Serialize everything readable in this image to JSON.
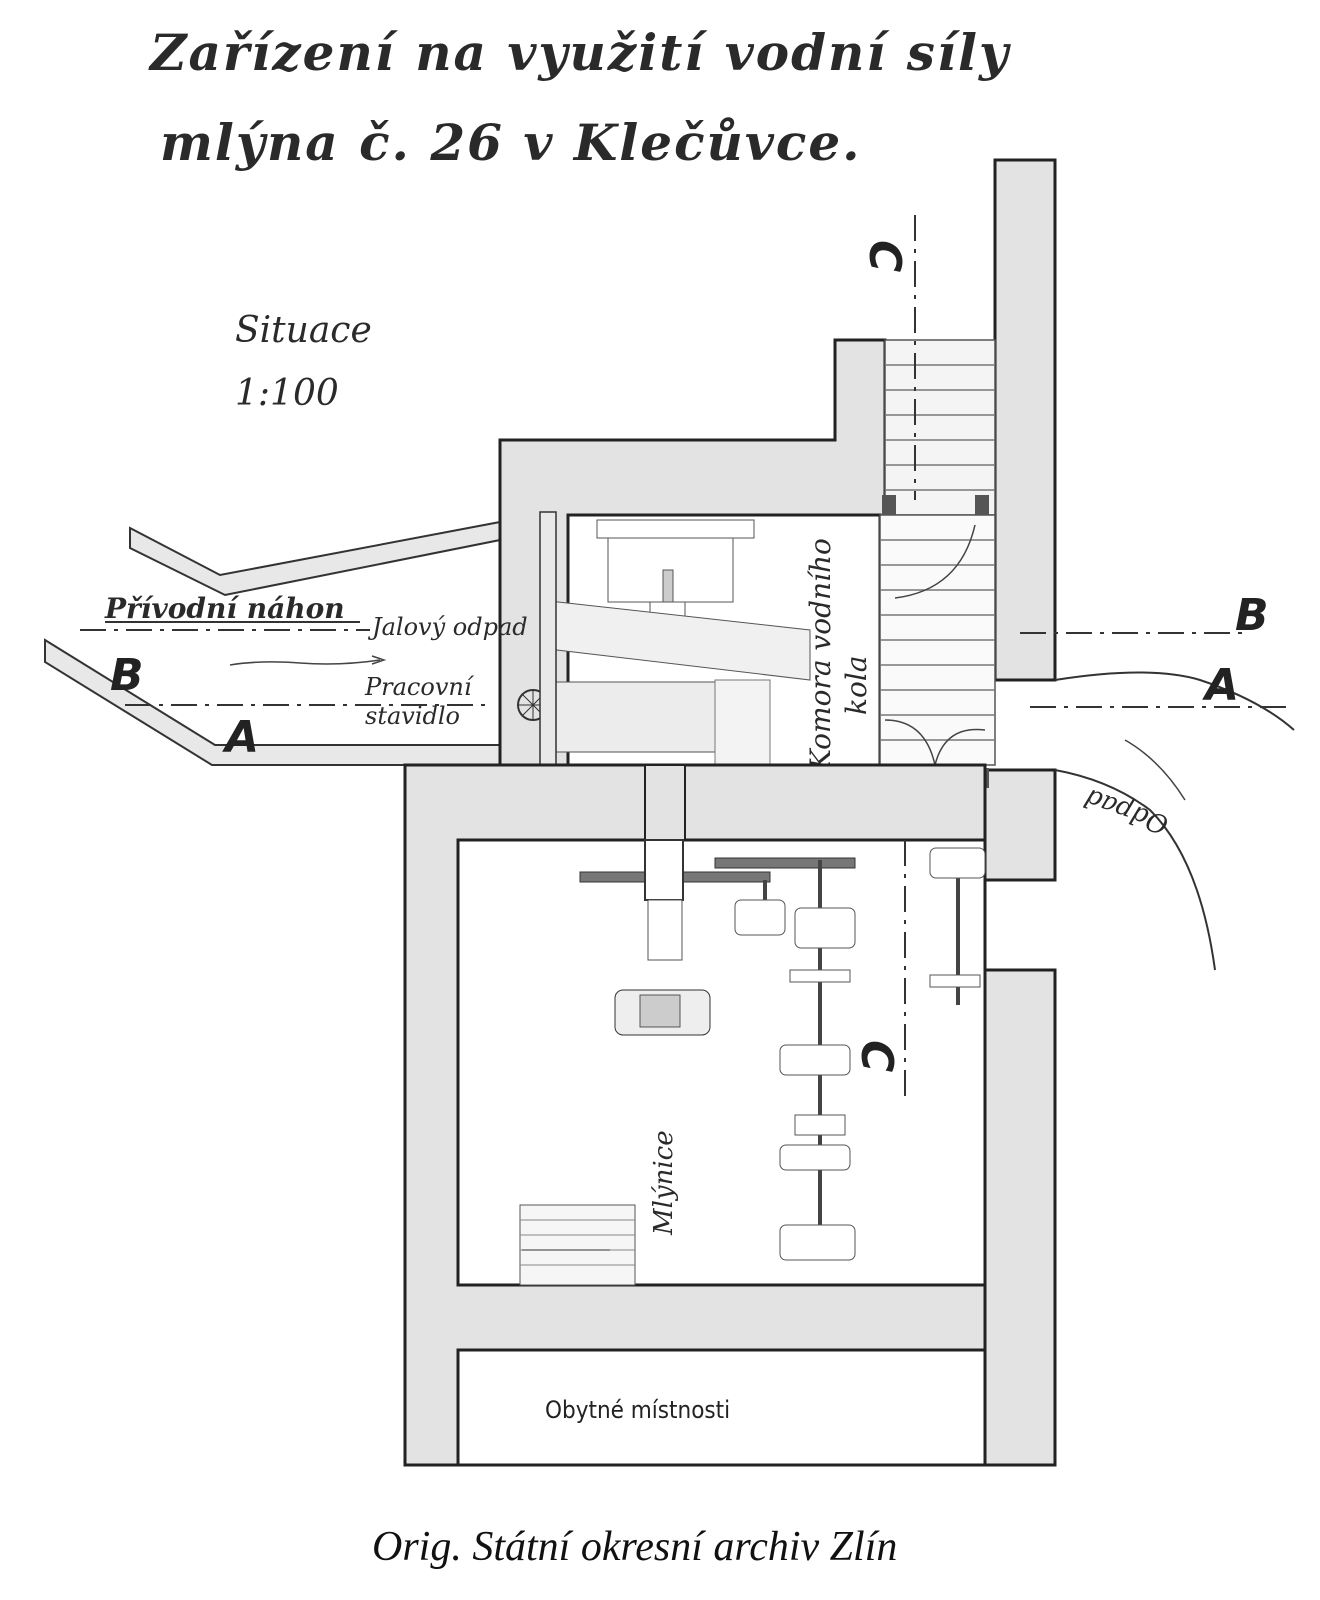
{
  "title": {
    "line1": "Zařízení na využití vodní síly",
    "line2": "mlýna č. 26 v Klečůvce."
  },
  "legend": {
    "label": "Situace",
    "scale": "1:100"
  },
  "labels": {
    "headrace": "Přívodní náhon",
    "spillway": "Jalový odpad",
    "work_gate_1": "Pracovní",
    "work_gate_2": "stavidlo",
    "wheel_chamber_1": "Komora vodního",
    "wheel_chamber_2": "kola",
    "outflow": "Odpad",
    "mill_room": "Mlýnice",
    "living_rooms": "Obytné místnosti"
  },
  "sections": {
    "b": "B",
    "a": "A",
    "c": "C"
  },
  "caption": "Orig. Státní okresní archiv Zlín"
}
